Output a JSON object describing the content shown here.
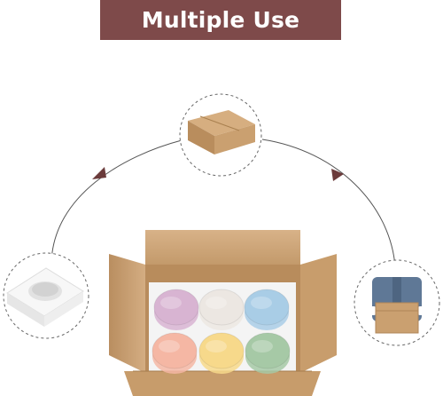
{
  "banner": {
    "title": "Multiple Use"
  },
  "colors": {
    "banner_bg": "#7e4a4a",
    "banner_text": "#ffffff",
    "arrow": "#6b3b3b",
    "cardboard": "#c9a073",
    "foam": "#f4f4f4"
  },
  "illustration": {
    "steps": [
      {
        "name": "shipping-box",
        "icon": "closed-cardboard-box-icon"
      },
      {
        "name": "foam-insert",
        "icon": "foam-insert-icon"
      },
      {
        "name": "delivery-person",
        "icon": "courier-icon"
      }
    ],
    "jars": [
      "pink",
      "white",
      "blue",
      "peach",
      "yellow",
      "green"
    ],
    "jar_colors": [
      "#d8b4d2",
      "#ece7e2",
      "#a9cde6",
      "#f5b7a4",
      "#f7d98b",
      "#a6c9a6"
    ]
  }
}
